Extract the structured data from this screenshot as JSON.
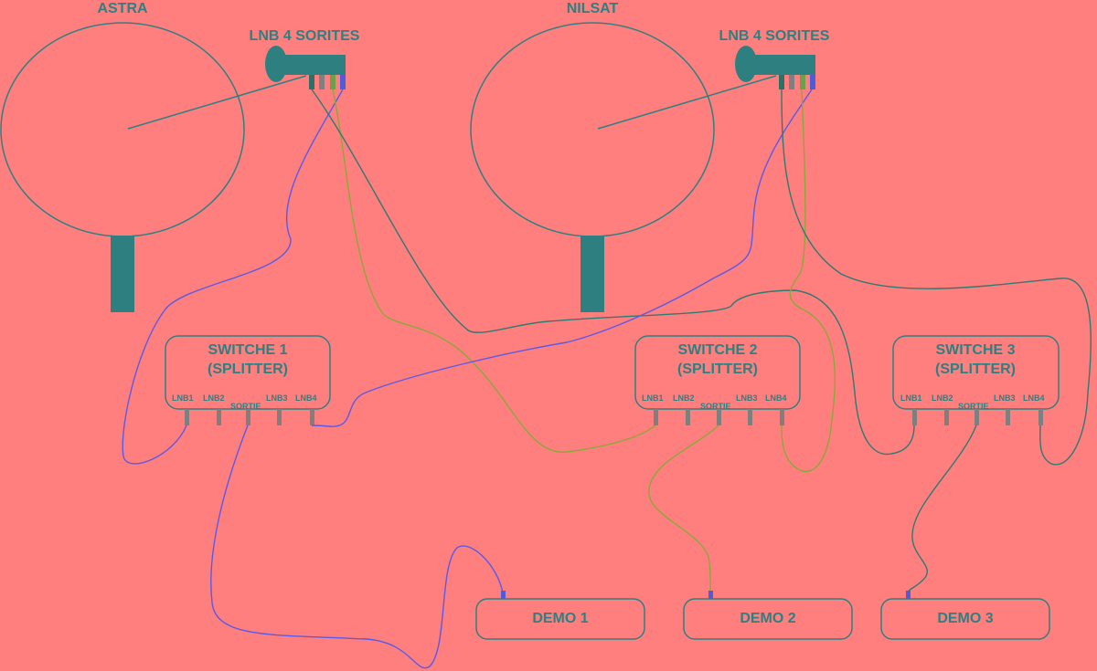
{
  "satellites": [
    {
      "name": "ASTRA",
      "lnb_label": "LNB 4 SORITES"
    },
    {
      "name": "NILSAT",
      "lnb_label": "LNB 4 SORITES"
    }
  ],
  "switches": [
    {
      "title": "SWITCHE 1",
      "subtitle": "(SPLITTER)"
    },
    {
      "title": "SWITCHE 2",
      "subtitle": "(SPLITTER)"
    },
    {
      "title": "SWITCHE 3",
      "subtitle": "(SPLITTER)"
    }
  ],
  "ports": {
    "lnb1": "LNB1",
    "lnb2": "LNB2",
    "lnb3": "LNB3",
    "lnb4": "LNB4",
    "output": "SORTIE"
  },
  "demos": [
    "DEMO 1",
    "DEMO 2",
    "DEMO 3"
  ],
  "colors": {
    "background": "#FF7F7F",
    "teal": "#2E8080",
    "blue_wire": "#5A5AE6",
    "green_wire": "#8AA83A",
    "teal_wire": "#2F7A70",
    "pin": "#7F7F7F"
  }
}
